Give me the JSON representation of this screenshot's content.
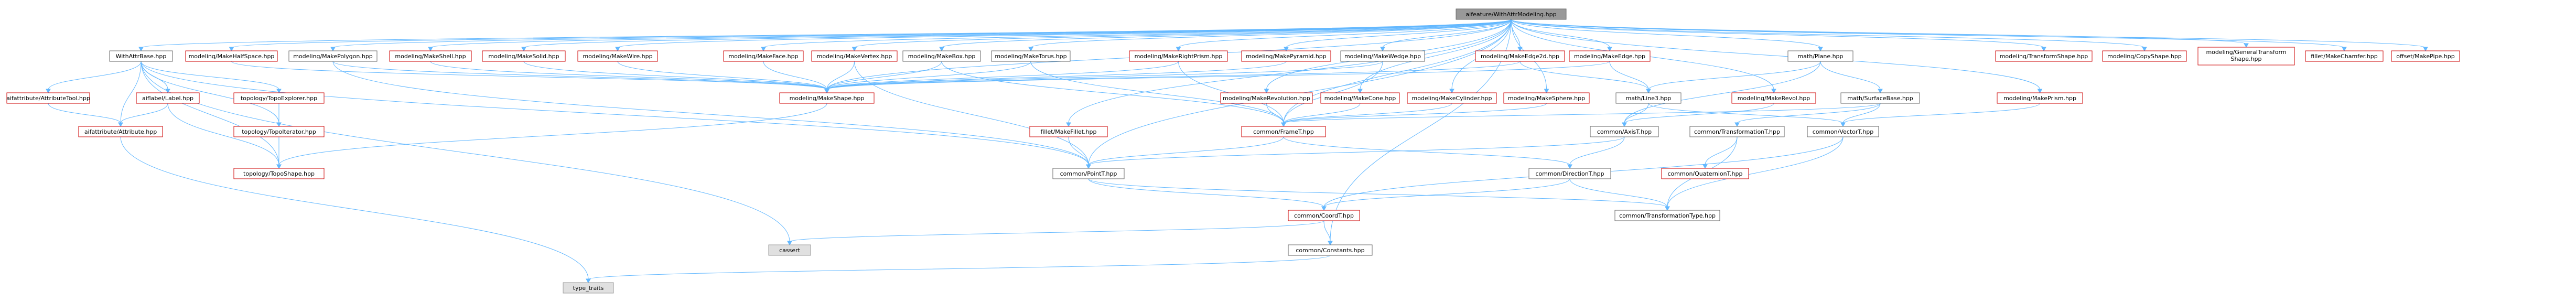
{
  "graph": {
    "colors": {
      "edge": "#63b8ff",
      "normal_border": "#666666",
      "broken_border": "#cc0000",
      "root_fill": "#999999",
      "external_fill": "#e0e0e0"
    },
    "nodes": [
      {
        "id": "root",
        "label": "aifeature/WithAttrModeling.hpp",
        "kind": "root"
      },
      {
        "id": "wab",
        "label": "WithAttrBase.hpp",
        "kind": "normal"
      },
      {
        "id": "mhs",
        "label": "modeling/MakeHalfSpace.hpp",
        "kind": "broken"
      },
      {
        "id": "mpg",
        "label": "modeling/MakePolygon.hpp",
        "kind": "normal"
      },
      {
        "id": "msh",
        "label": "modeling/MakeShell.hpp",
        "kind": "broken"
      },
      {
        "id": "mso",
        "label": "modeling/MakeSolid.hpp",
        "kind": "broken"
      },
      {
        "id": "mwi",
        "label": "modeling/MakeWire.hpp",
        "kind": "broken"
      },
      {
        "id": "mfa",
        "label": "modeling/MakeFace.hpp",
        "kind": "broken"
      },
      {
        "id": "mve",
        "label": "modeling/MakeVertex.hpp",
        "kind": "broken"
      },
      {
        "id": "mbx",
        "label": "modeling/MakeBox.hpp",
        "kind": "normal"
      },
      {
        "id": "mto",
        "label": "modeling/MakeTorus.hpp",
        "kind": "normal"
      },
      {
        "id": "mrp",
        "label": "modeling/MakeRightPrism.hpp",
        "kind": "broken"
      },
      {
        "id": "mpy",
        "label": "modeling/MakePyramid.hpp",
        "kind": "broken"
      },
      {
        "id": "mwe",
        "label": "modeling/MakeWedge.hpp",
        "kind": "normal"
      },
      {
        "id": "me2",
        "label": "modeling/MakeEdge2d.hpp",
        "kind": "broken"
      },
      {
        "id": "med",
        "label": "modeling/MakeEdge.hpp",
        "kind": "broken"
      },
      {
        "id": "mpl",
        "label": "math/Plane.hpp",
        "kind": "normal"
      },
      {
        "id": "mts",
        "label": "modeling/TransformShape.hpp",
        "kind": "broken"
      },
      {
        "id": "mcs",
        "label": "modeling/CopyShape.hpp",
        "kind": "broken"
      },
      {
        "id": "mgt",
        "label": "modeling/GeneralTransform Shape.hpp",
        "kind": "broken"
      },
      {
        "id": "fmc",
        "label": "fillet/MakeChamfer.hpp",
        "kind": "broken"
      },
      {
        "id": "omp",
        "label": "offset/MakePipe.hpp",
        "kind": "broken"
      },
      {
        "id": "aat",
        "label": "aifattribute/AttributeTool.hpp",
        "kind": "broken"
      },
      {
        "id": "alb",
        "label": "aiflabel/Label.hpp",
        "kind": "broken"
      },
      {
        "id": "tte",
        "label": "topology/TopoExplorer.hpp",
        "kind": "broken"
      },
      {
        "id": "mms",
        "label": "modeling/MakeShape.hpp",
        "kind": "broken"
      },
      {
        "id": "ffl",
        "label": "fillet/MakeFillet.hpp",
        "kind": "broken"
      },
      {
        "id": "mrv",
        "label": "modeling/MakeRevolution.hpp",
        "kind": "broken"
      },
      {
        "id": "mco",
        "label": "modeling/MakeCone.hpp",
        "kind": "broken"
      },
      {
        "id": "mcy",
        "label": "modeling/MakeCylinder.hpp",
        "kind": "broken"
      },
      {
        "id": "msp",
        "label": "modeling/MakeSphere.hpp",
        "kind": "broken"
      },
      {
        "id": "ml3",
        "label": "math/Line3.hpp",
        "kind": "normal"
      },
      {
        "id": "mre",
        "label": "modeling/MakeRevol.hpp",
        "kind": "broken"
      },
      {
        "id": "msb",
        "label": "math/SurfaceBase.hpp",
        "kind": "normal"
      },
      {
        "id": "mpr",
        "label": "modeling/MakePrism.hpp",
        "kind": "broken"
      },
      {
        "id": "aab",
        "label": "aifattribute/Attribute.hpp",
        "kind": "broken"
      },
      {
        "id": "tti",
        "label": "topology/TopoIterator.hpp",
        "kind": "broken"
      },
      {
        "id": "cfr",
        "label": "common/FrameT.hpp",
        "kind": "broken"
      },
      {
        "id": "cax",
        "label": "common/AxisT.hpp",
        "kind": "normal"
      },
      {
        "id": "ctr",
        "label": "common/TransformationT.hpp",
        "kind": "normal"
      },
      {
        "id": "cve",
        "label": "common/VectorT.hpp",
        "kind": "normal"
      },
      {
        "id": "tts",
        "label": "topology/TopoShape.hpp",
        "kind": "broken"
      },
      {
        "id": "cpt",
        "label": "common/PointT.hpp",
        "kind": "normal"
      },
      {
        "id": "cdi",
        "label": "common/DirectionT.hpp",
        "kind": "normal"
      },
      {
        "id": "cqu",
        "label": "common/QuaternionT.hpp",
        "kind": "broken"
      },
      {
        "id": "ccd",
        "label": "common/CoordT.hpp",
        "kind": "broken"
      },
      {
        "id": "ctt",
        "label": "common/TransformationType.hpp",
        "kind": "normal"
      },
      {
        "id": "cas",
        "label": "cassert",
        "kind": "external"
      },
      {
        "id": "cco",
        "label": "common/Constants.hpp",
        "kind": "normal"
      },
      {
        "id": "tyt",
        "label": "type_traits",
        "kind": "external"
      }
    ],
    "edges": [
      [
        "root",
        "wab"
      ],
      [
        "root",
        "mhs"
      ],
      [
        "root",
        "mpg"
      ],
      [
        "root",
        "msh"
      ],
      [
        "root",
        "mso"
      ],
      [
        "root",
        "mwi"
      ],
      [
        "root",
        "mfa"
      ],
      [
        "root",
        "mve"
      ],
      [
        "root",
        "mbx"
      ],
      [
        "root",
        "mto"
      ],
      [
        "root",
        "mrp"
      ],
      [
        "root",
        "mpy"
      ],
      [
        "root",
        "mwe"
      ],
      [
        "root",
        "me2"
      ],
      [
        "root",
        "med"
      ],
      [
        "root",
        "mpl"
      ],
      [
        "root",
        "mts"
      ],
      [
        "root",
        "mcs"
      ],
      [
        "root",
        "mgt"
      ],
      [
        "root",
        "fmc"
      ],
      [
        "root",
        "omp"
      ],
      [
        "root",
        "ffl"
      ],
      [
        "root",
        "mrv"
      ],
      [
        "root",
        "mco"
      ],
      [
        "root",
        "mcy"
      ],
      [
        "root",
        "msp"
      ],
      [
        "root",
        "mre"
      ],
      [
        "root",
        "mpr"
      ],
      [
        "root",
        "mms"
      ],
      [
        "root",
        "cfr"
      ],
      [
        "root",
        "cpt"
      ],
      [
        "root",
        "cco"
      ],
      [
        "wab",
        "aat"
      ],
      [
        "wab",
        "alb"
      ],
      [
        "wab",
        "tte"
      ],
      [
        "wab",
        "aab"
      ],
      [
        "wab",
        "tti"
      ],
      [
        "wab",
        "tts"
      ],
      [
        "wab",
        "cpt"
      ],
      [
        "wab",
        "cas"
      ],
      [
        "aat",
        "aab"
      ],
      [
        "alb",
        "aab"
      ],
      [
        "alb",
        "tts"
      ],
      [
        "aab",
        "tyt"
      ],
      [
        "tte",
        "tti"
      ],
      [
        "tte",
        "tts"
      ],
      [
        "tti",
        "tts"
      ],
      [
        "mms",
        "tts"
      ],
      [
        "mhs",
        "mms"
      ],
      [
        "mpg",
        "mms"
      ],
      [
        "msh",
        "mms"
      ],
      [
        "mso",
        "mms"
      ],
      [
        "mwi",
        "mms"
      ],
      [
        "mfa",
        "mms"
      ],
      [
        "mve",
        "mms"
      ],
      [
        "mbx",
        "mms"
      ],
      [
        "mto",
        "mms"
      ],
      [
        "mwe",
        "mms"
      ],
      [
        "mpy",
        "mms"
      ],
      [
        "mrp",
        "mms"
      ],
      [
        "me2",
        "mms"
      ],
      [
        "med",
        "mms"
      ],
      [
        "mpg",
        "cpt"
      ],
      [
        "mve",
        "cpt"
      ],
      [
        "mbx",
        "cfr"
      ],
      [
        "mto",
        "cfr"
      ],
      [
        "mrp",
        "cfr"
      ],
      [
        "mwe",
        "cfr"
      ],
      [
        "mrv",
        "cfr"
      ],
      [
        "mco",
        "cfr"
      ],
      [
        "mcy",
        "cfr"
      ],
      [
        "msp",
        "cfr"
      ],
      [
        "mre",
        "cax"
      ],
      [
        "mpr",
        "cve"
      ],
      [
        "me2",
        "ml3"
      ],
      [
        "med",
        "ml3"
      ],
      [
        "ffl",
        "cpt"
      ],
      [
        "mpl",
        "msb"
      ],
      [
        "mpl",
        "ml3"
      ],
      [
        "mpl",
        "cax"
      ],
      [
        "ml3",
        "cax"
      ],
      [
        "ml3",
        "cve"
      ],
      [
        "msb",
        "cfr"
      ],
      [
        "msb",
        "ctr"
      ],
      [
        "msb",
        "cve"
      ],
      [
        "cfr",
        "cpt"
      ],
      [
        "cfr",
        "cdi"
      ],
      [
        "cax",
        "cpt"
      ],
      [
        "cax",
        "cdi"
      ],
      [
        "ctr",
        "cqu"
      ],
      [
        "ctr",
        "ctt"
      ],
      [
        "cve",
        "ccd"
      ],
      [
        "cve",
        "ctt"
      ],
      [
        "cpt",
        "ccd"
      ],
      [
        "cpt",
        "ctt"
      ],
      [
        "cdi",
        "ccd"
      ],
      [
        "cdi",
        "ctt"
      ],
      [
        "ccd",
        "cas"
      ],
      [
        "ccd",
        "cco"
      ],
      [
        "cco",
        "tyt"
      ]
    ]
  }
}
